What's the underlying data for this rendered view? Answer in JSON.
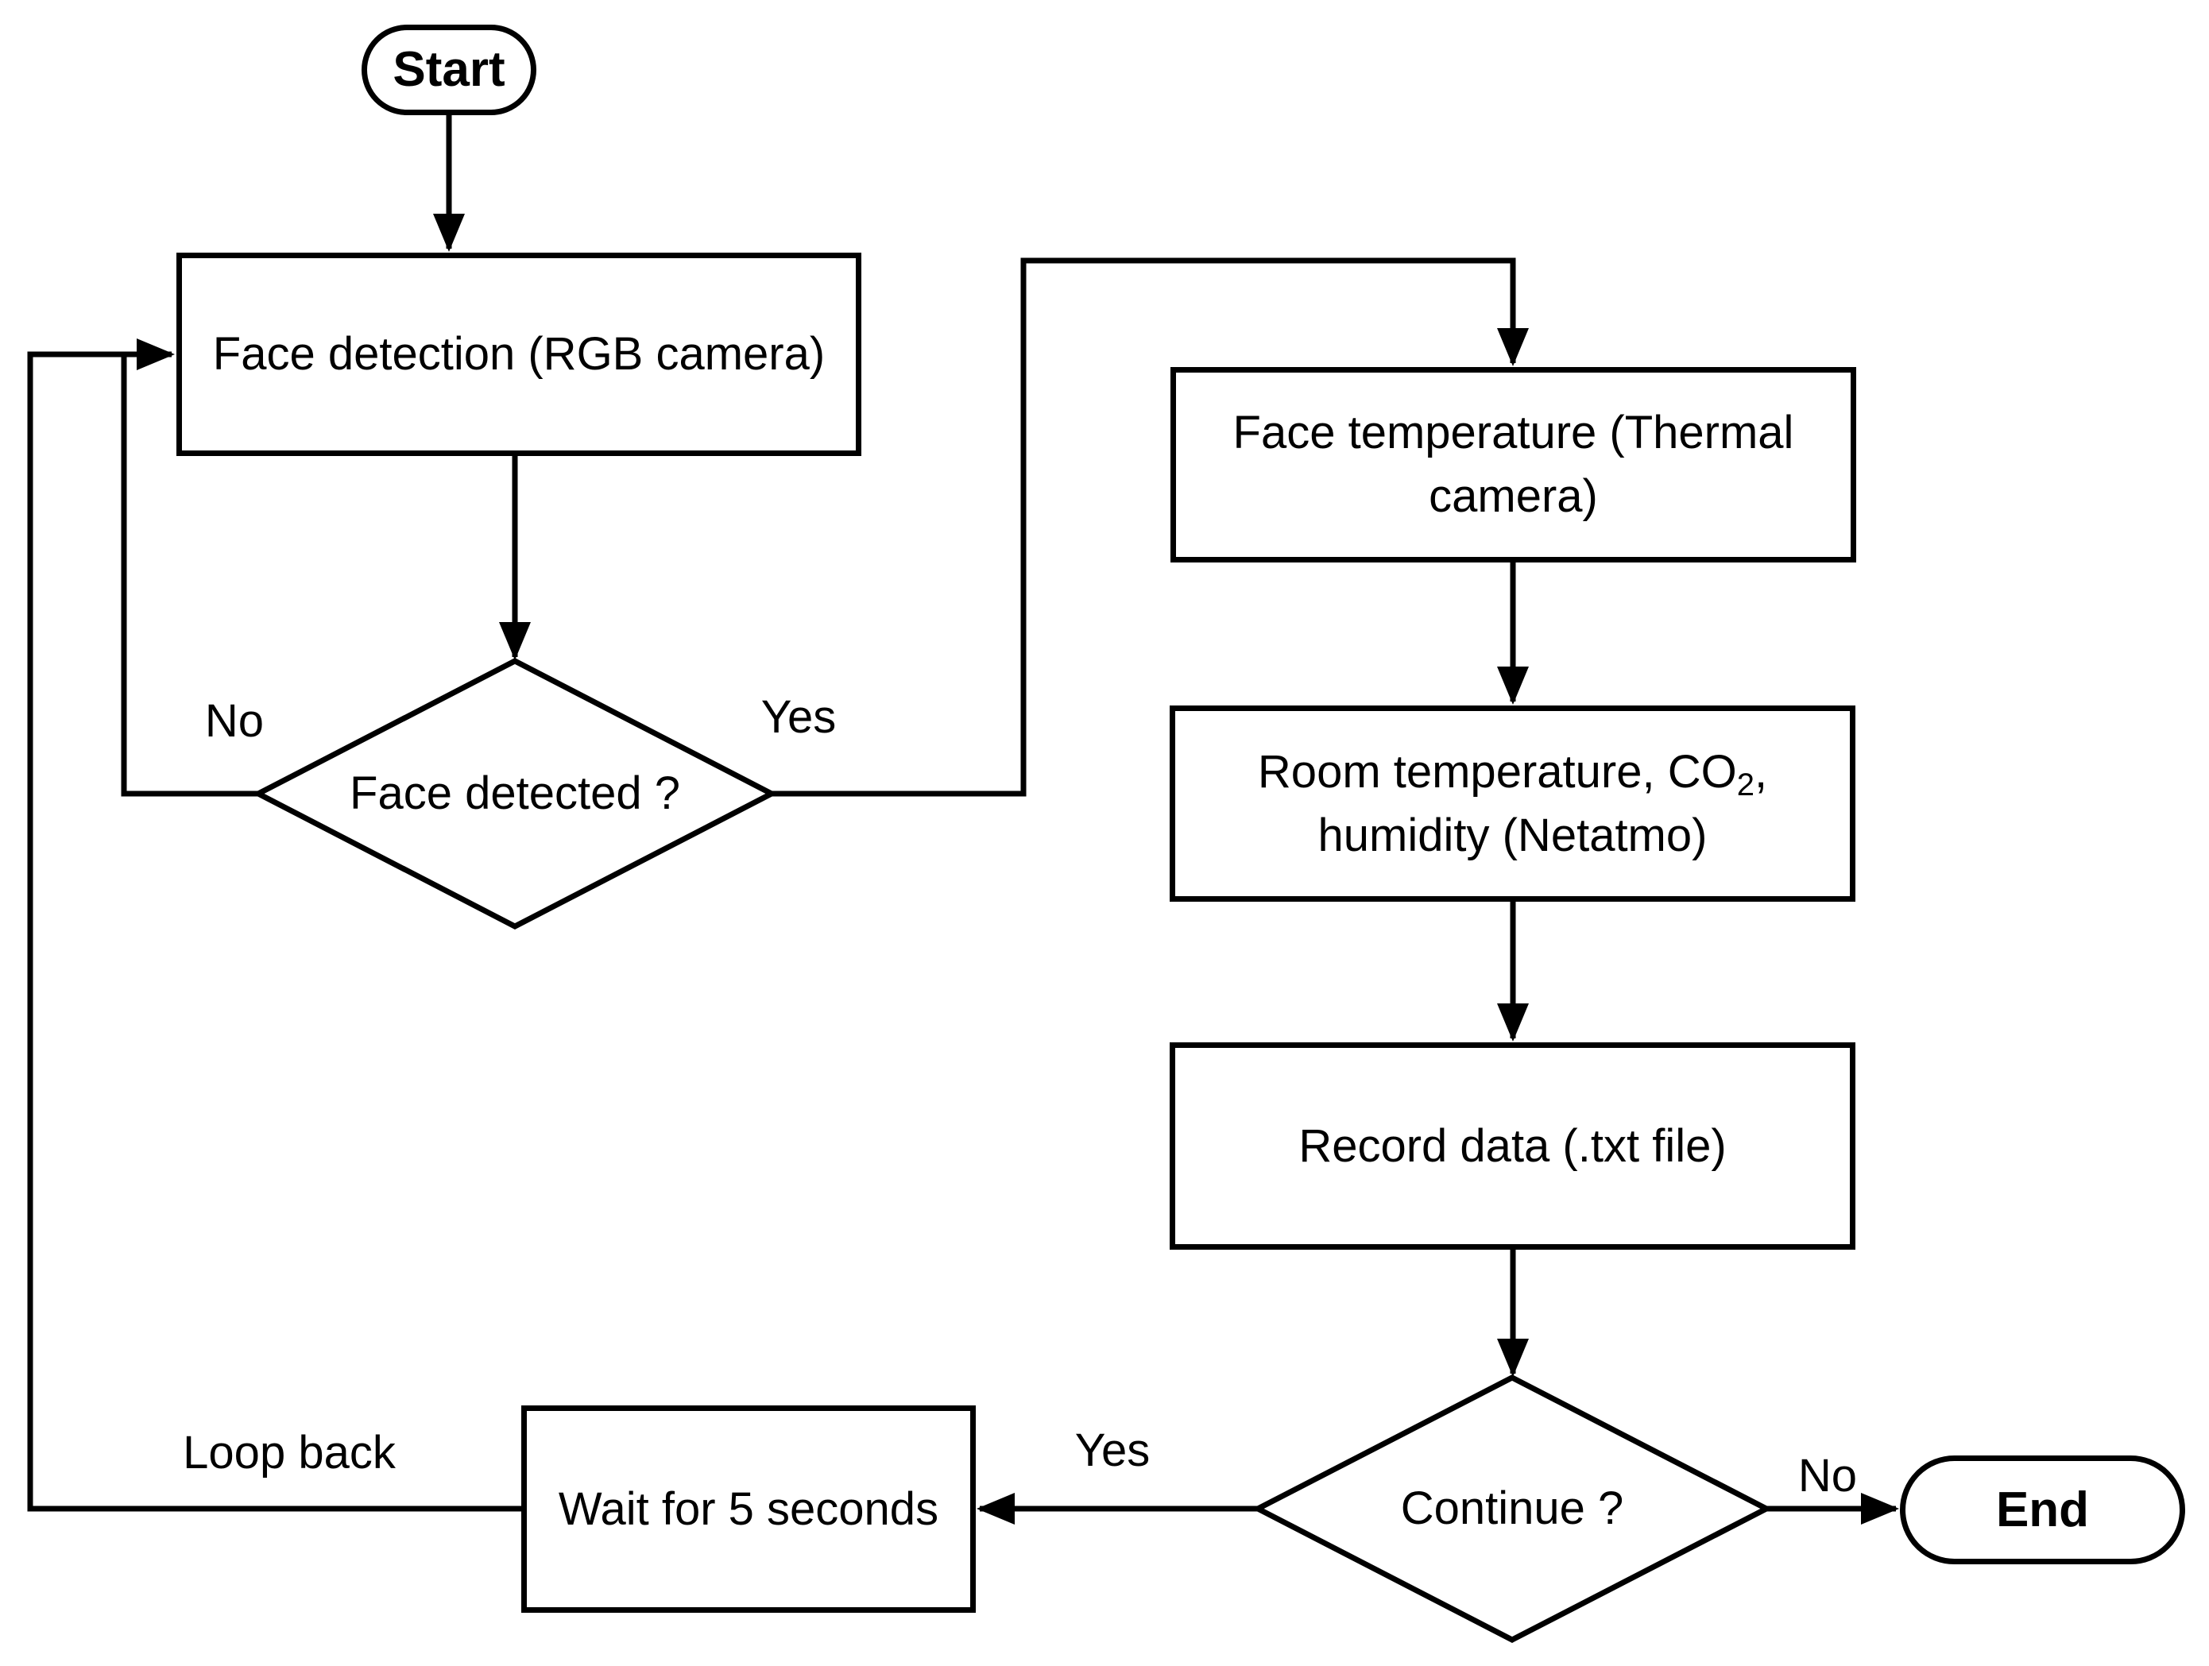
{
  "flowchart": {
    "nodes": {
      "start": {
        "label": "Start"
      },
      "face_detection": {
        "label": "Face detection (RGB camera)"
      },
      "face_detected": {
        "label": "Face detected ?"
      },
      "face_temperature": {
        "lines": [
          "Face temperature (Thermal",
          "camera)"
        ]
      },
      "room_conditions": {
        "line1_pre": "Room temperature, CO",
        "line1_sub": "2",
        "line1_suffix": ",",
        "line2": "humidity (Netatmo)"
      },
      "record_data": {
        "label": "Record data (.txt file)"
      },
      "continue": {
        "label": "Continue ?"
      },
      "wait": {
        "label": "Wait for 5 seconds"
      },
      "end": {
        "label": "End"
      }
    },
    "edge_labels": {
      "face_detected_no": "No",
      "face_detected_yes": "Yes",
      "continue_yes": "Yes",
      "continue_no": "No",
      "loop_back": "Loop back"
    },
    "colors": {
      "line": "#000000",
      "text": "#000000",
      "node_fill": "#ffffff",
      "background": "#ffffff"
    }
  }
}
